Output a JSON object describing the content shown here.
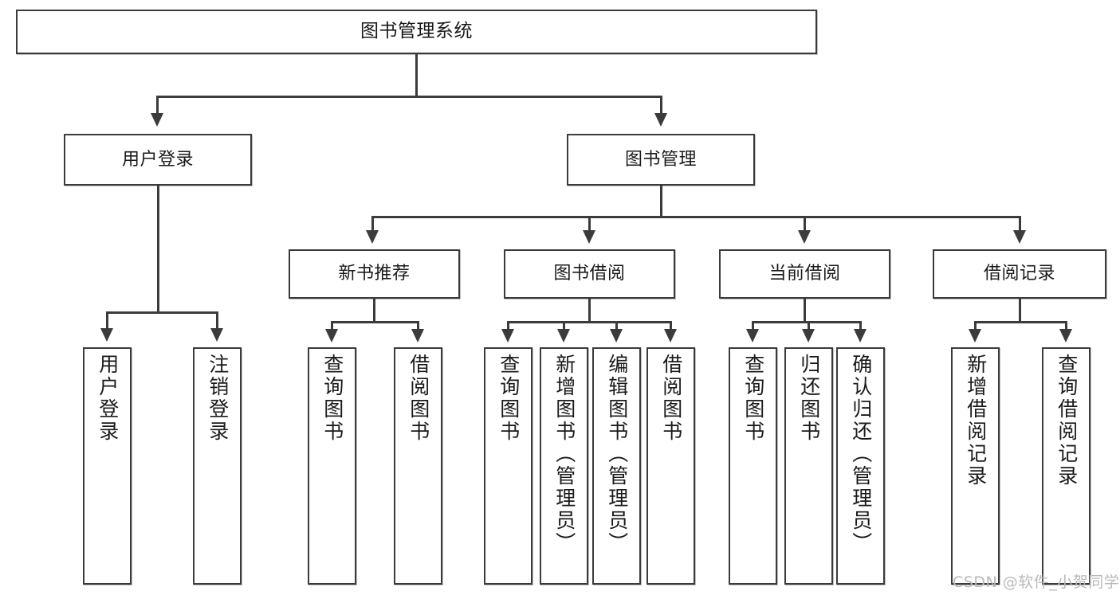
{
  "diagram": {
    "title": "图书管理系统",
    "type": "hierarchy-tree",
    "root": {
      "label": "图书管理系统"
    },
    "level2": [
      {
        "label": "用户登录"
      },
      {
        "label": "图书管理"
      }
    ],
    "level3": [
      {
        "label": "新书推荐"
      },
      {
        "label": "图书借阅"
      },
      {
        "label": "当前借阅"
      },
      {
        "label": "借阅记录"
      }
    ],
    "leaves": {
      "user_login": [
        {
          "label": "用户登录"
        },
        {
          "label": "注销登录"
        }
      ],
      "new_book_recommend": [
        {
          "label": "查询图书"
        },
        {
          "label": "借阅图书"
        }
      ],
      "book_borrow": [
        {
          "label": "查询图书"
        },
        {
          "label": "新增图书（管理员）"
        },
        {
          "label": "编辑图书（管理员）"
        },
        {
          "label": "借阅图书"
        }
      ],
      "current_borrow": [
        {
          "label": "查询图书"
        },
        {
          "label": "归还图书"
        },
        {
          "label": "确认归还（管理员）"
        }
      ],
      "borrow_record": [
        {
          "label": "新增借阅记录"
        },
        {
          "label": "查询借阅记录"
        }
      ]
    }
  },
  "watermark": {
    "text": "CSDN @软件_小贺同学"
  },
  "colors": {
    "stroke": "#3b3b3b",
    "background": "#ffffff",
    "text": "#1a1a1a",
    "watermark": "#b9b9b9"
  }
}
